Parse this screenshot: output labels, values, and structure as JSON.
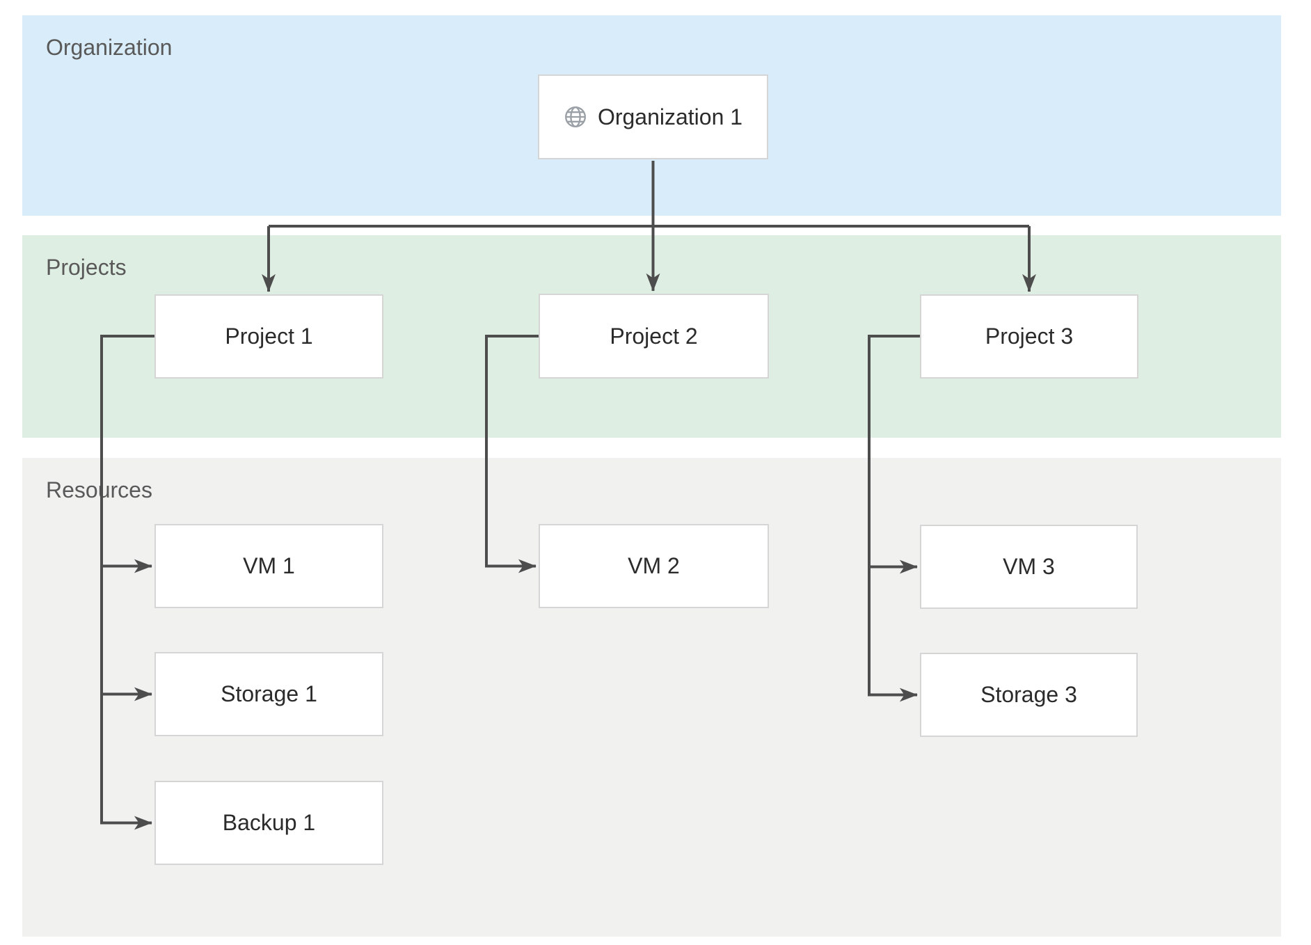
{
  "bands": {
    "organization": {
      "label": "Organization",
      "color": "#d9ecf9"
    },
    "projects": {
      "label": "Projects",
      "color": "#dfeee3"
    },
    "resources": {
      "label": "Resources",
      "color": "#f1f1f0"
    }
  },
  "nodes": {
    "org1": {
      "label": "Organization 1",
      "icon": "globe-icon",
      "band": "organization"
    },
    "project1": {
      "label": "Project 1",
      "band": "projects"
    },
    "project2": {
      "label": "Project 2",
      "band": "projects"
    },
    "project3": {
      "label": "Project 3",
      "band": "projects"
    },
    "vm1": {
      "label": "VM 1",
      "band": "resources"
    },
    "storage1": {
      "label": "Storage 1",
      "band": "resources"
    },
    "backup1": {
      "label": "Backup 1",
      "band": "resources"
    },
    "vm2": {
      "label": "VM 2",
      "band": "resources"
    },
    "vm3": {
      "label": "VM 3",
      "band": "resources"
    },
    "storage3": {
      "label": "Storage 3",
      "band": "resources"
    }
  },
  "edges": [
    {
      "from": "org1",
      "to": "project1"
    },
    {
      "from": "org1",
      "to": "project2"
    },
    {
      "from": "org1",
      "to": "project3"
    },
    {
      "from": "project1",
      "to": "vm1"
    },
    {
      "from": "project1",
      "to": "storage1"
    },
    {
      "from": "project1",
      "to": "backup1"
    },
    {
      "from": "project2",
      "to": "vm2"
    },
    {
      "from": "project3",
      "to": "vm3"
    },
    {
      "from": "project3",
      "to": "storage3"
    }
  ],
  "colors": {
    "band_organization": "#d9ecf9",
    "band_projects": "#dfeee3",
    "band_resources": "#f1f1f0",
    "connector": "#4d4d4d",
    "node_border": "#d5d5d5",
    "node_background": "#ffffff",
    "band_label_text": "#595959",
    "node_label_text": "#2b2b2b",
    "globe_icon": "#9aa0a6"
  }
}
